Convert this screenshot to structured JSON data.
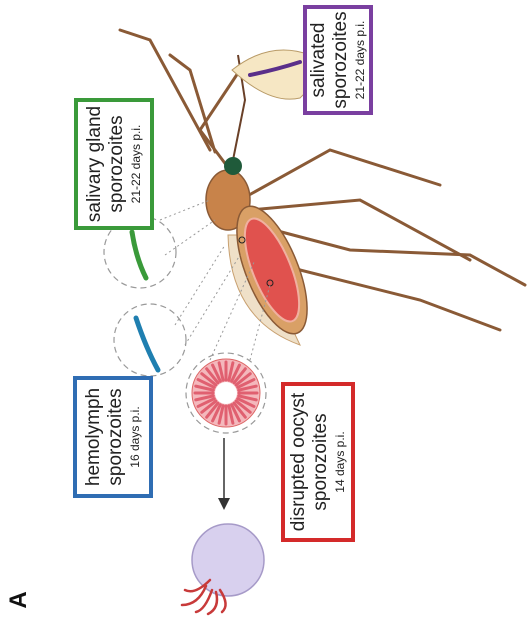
{
  "panel_label": "A",
  "colors": {
    "salivary": "#3a9a3a",
    "salivated": "#7a3fa0",
    "hemolymph": "#2f6db3",
    "oocyst": "#d42a2a",
    "mosquito_body": "#c8834a",
    "midgut": "#e0524e"
  },
  "labels": {
    "salivated": {
      "line1": "salivated",
      "line2": "sporozoites",
      "line3": "21-22 days p.i."
    },
    "salivary": {
      "line1": "salivary gland",
      "line2": "sporozoites",
      "line3": "21-22 days p.i."
    },
    "hemolymph": {
      "line1": "hemolymph",
      "line2": "sporozoites",
      "line3": "16 days p.i."
    },
    "oocyst": {
      "line1": "disrupted oocyst",
      "line2": "sporozoites",
      "line3": "14 days p.i."
    }
  }
}
